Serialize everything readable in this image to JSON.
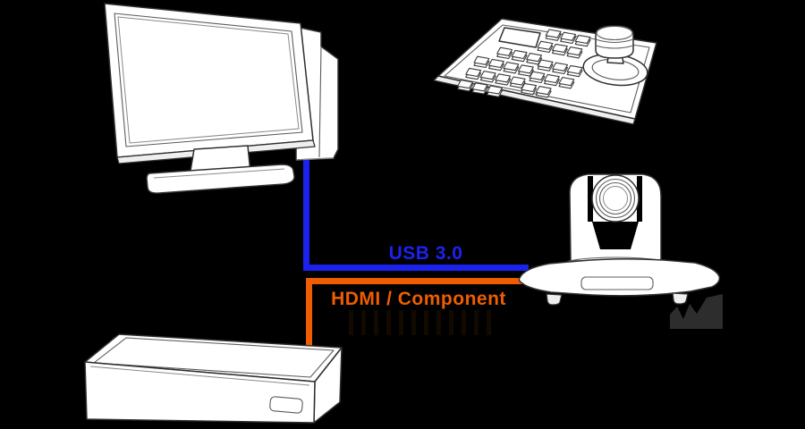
{
  "canvas": {
    "background": "#000000"
  },
  "diagram": {
    "connections": [
      {
        "id": "usb",
        "label": "USB 3.0",
        "color": "#1c22ee",
        "from": "pc-tower",
        "to": "ptz-camera"
      },
      {
        "id": "hdmi",
        "label": "HDMI / Component",
        "color": "#ee5e00",
        "from": "recorder-box",
        "to": "ptz-camera"
      }
    ],
    "devices": [
      {
        "id": "monitor-pc",
        "icon": "desktop-monitor-with-pc-tower-icon"
      },
      {
        "id": "controller",
        "icon": "ptz-joystick-controller-icon"
      },
      {
        "id": "camera",
        "icon": "ptz-camera-icon"
      },
      {
        "id": "recorder",
        "icon": "recorder-box-icon"
      }
    ]
  }
}
